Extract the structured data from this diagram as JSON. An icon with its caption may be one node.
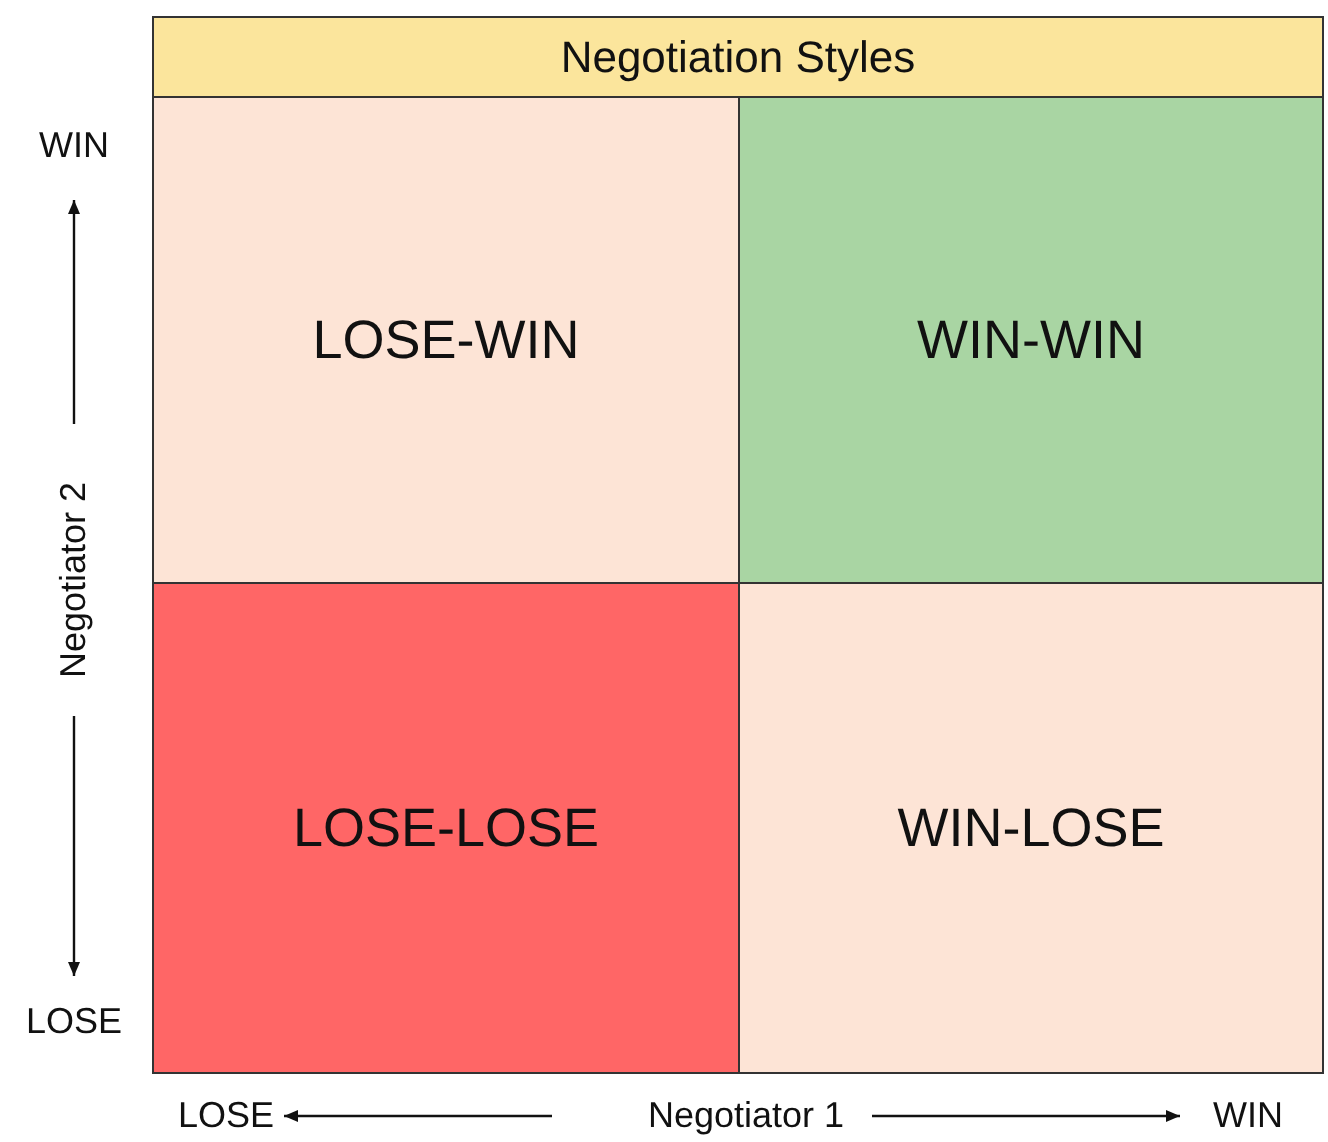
{
  "diagram": {
    "nodes": [
      {
        "text": [
          "Negotiation Styles"
        ]
      },
      {
        "text": [
          "LOSE-WIN"
        ]
      },
      {
        "text": [
          "WIN-WIN"
        ]
      },
      {
        "text": [
          "LOSE-LOSE"
        ]
      },
      {
        "text": [
          "WIN-LOSE"
        ]
      }
    ],
    "labels": [
      "WIN",
      "Negotiator 2",
      "LOSE",
      "LOSE",
      "Negotiator 1",
      "WIN"
    ]
  }
}
